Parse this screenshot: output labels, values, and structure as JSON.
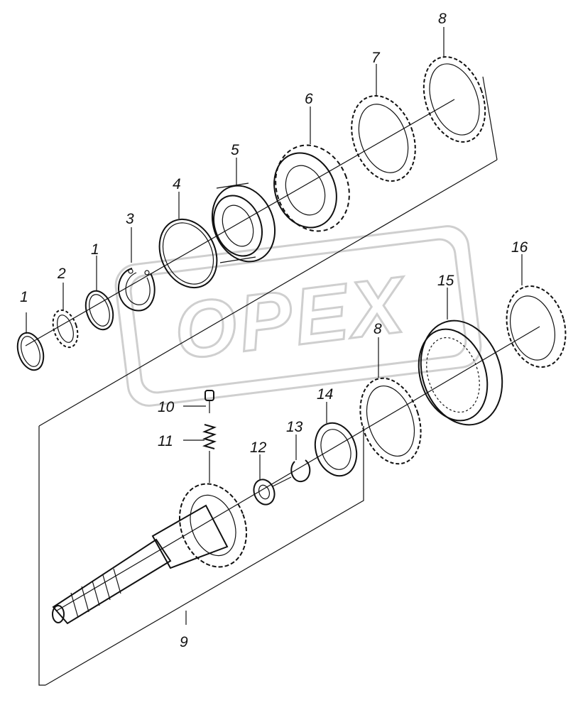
{
  "watermark": {
    "text": "OPEX"
  },
  "labels": {
    "l1a": "1",
    "l2": "2",
    "l1b": "1",
    "l3": "3",
    "l4": "4",
    "l5": "5",
    "l6": "6",
    "l7": "7",
    "l8a": "8",
    "l9": "9",
    "l10": "10",
    "l11": "11",
    "l12": "12",
    "l13": "13",
    "l14": "14",
    "l8b": "8",
    "l15": "15",
    "l16": "16"
  }
}
